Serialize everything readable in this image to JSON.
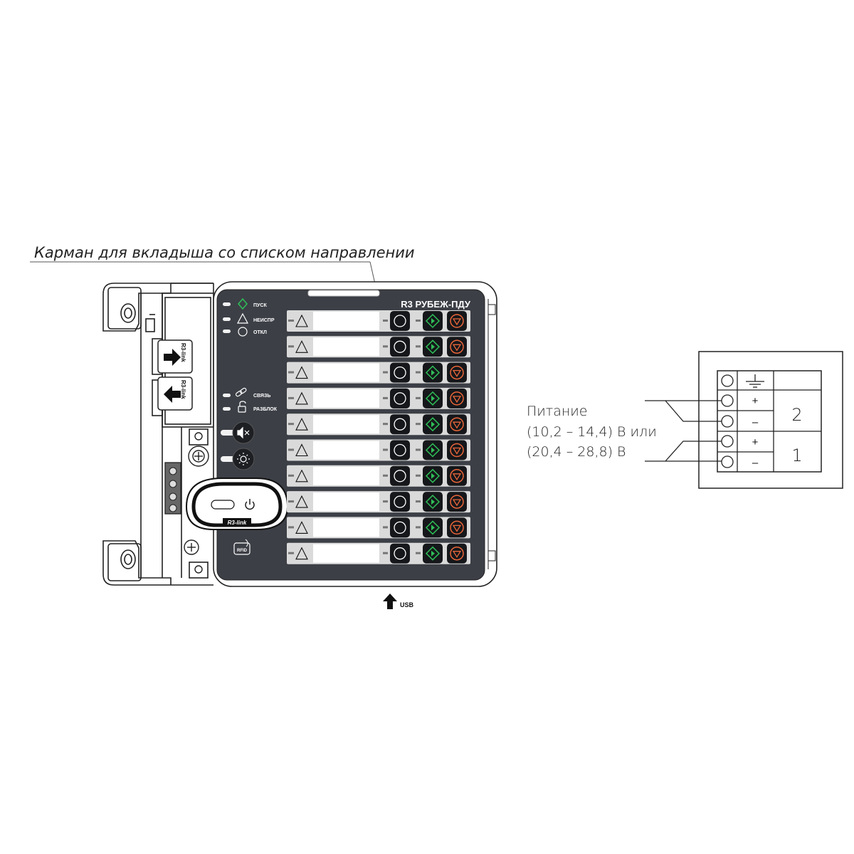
{
  "annotations": {
    "pocket_label": "Карман для вкладыша со списком направлении",
    "power_line1": "Питание",
    "power_line2": "(10,2 – 14,4) В или",
    "power_line3": "(20,4 – 28,8) В",
    "usb_label": "USB"
  },
  "device": {
    "title": "R3 РУБЕЖ-ПДУ",
    "status_indicators": [
      {
        "label": "ПУСК",
        "icon": "start-diamond-icon"
      },
      {
        "label": "НЕИСПР",
        "icon": "warning-triangle-icon"
      },
      {
        "label": "ОТКЛ",
        "icon": "off-circle-icon"
      }
    ],
    "link_indicators": [
      {
        "label": "СВЯЗЬ",
        "icon": "link-chain-icon"
      },
      {
        "label": "РАЗБЛОК",
        "icon": "unlock-padlock-icon"
      }
    ],
    "left_buttons": [
      "mute-sound-icon",
      "brightness-sun-icon"
    ],
    "rlink_module_label": "R3-link",
    "rfid_label": "RFID",
    "connector_labels": [
      "R3-link",
      "R3-link"
    ],
    "direction_count": 10,
    "accent_green": "#2fbf57",
    "accent_orange": "#e9663a",
    "panel_color": "#3c3f46"
  },
  "terminal_block": {
    "rows": [
      {
        "sign": "⏚",
        "group": ""
      },
      {
        "sign": "+",
        "group": "2"
      },
      {
        "sign": "–",
        "group": "2"
      },
      {
        "sign": "+",
        "group": "1"
      },
      {
        "sign": "–",
        "group": "1"
      }
    ],
    "groups": [
      "2",
      "1"
    ]
  }
}
